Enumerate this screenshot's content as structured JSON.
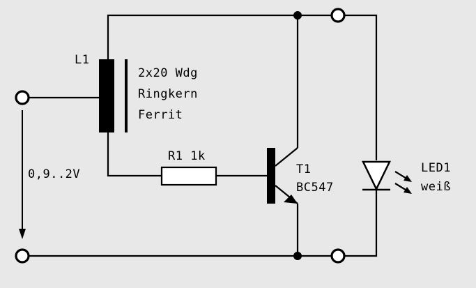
{
  "labels": {
    "inductor_ref": "L1",
    "inductor_desc": [
      "2x20 Wdg",
      "Ringkern",
      "Ferrit"
    ],
    "resistor": "R1 1k",
    "transistor_ref": "T1",
    "transistor_type": "BC547",
    "led_ref": "LED1",
    "led_color": "weiß",
    "voltage": "0,9..2V"
  },
  "colors": {
    "background": "#e8e8e8",
    "line": "#000000",
    "terminal_fill": "#ffffff"
  }
}
